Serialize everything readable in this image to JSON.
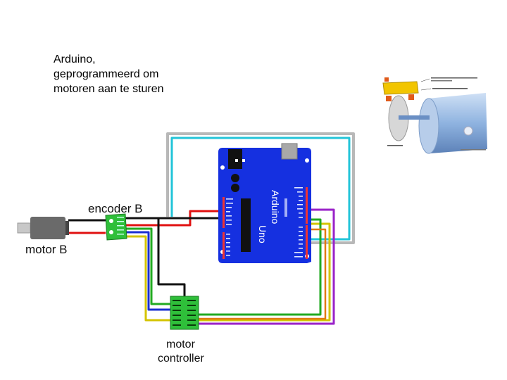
{
  "caption": {
    "lines": [
      "Arduino,",
      "geprogrammeerd om",
      "motoren aan te sturen"
    ]
  },
  "labels": {
    "encoder": "encoder B",
    "motor": "motor B",
    "controller_line1": "motor",
    "controller_line2": "controller",
    "arduino_line1": "Arduino",
    "arduino_line2": "Uno"
  },
  "colors": {
    "board_blue": "#1530e0",
    "board_green": "#2fbf3a",
    "wire_red": "#e01010",
    "wire_black": "#111111",
    "wire_blue": "#1a2fd0",
    "wire_green": "#22aa22",
    "wire_yellow": "#d4c400",
    "wire_purple": "#9a22c8",
    "wire_cyan": "#22c4d8",
    "wire_grey": "#b8b8b8"
  },
  "inset": {
    "description_icons": [
      "encoder-disk-photo",
      "motor-cylinder-photo"
    ]
  }
}
